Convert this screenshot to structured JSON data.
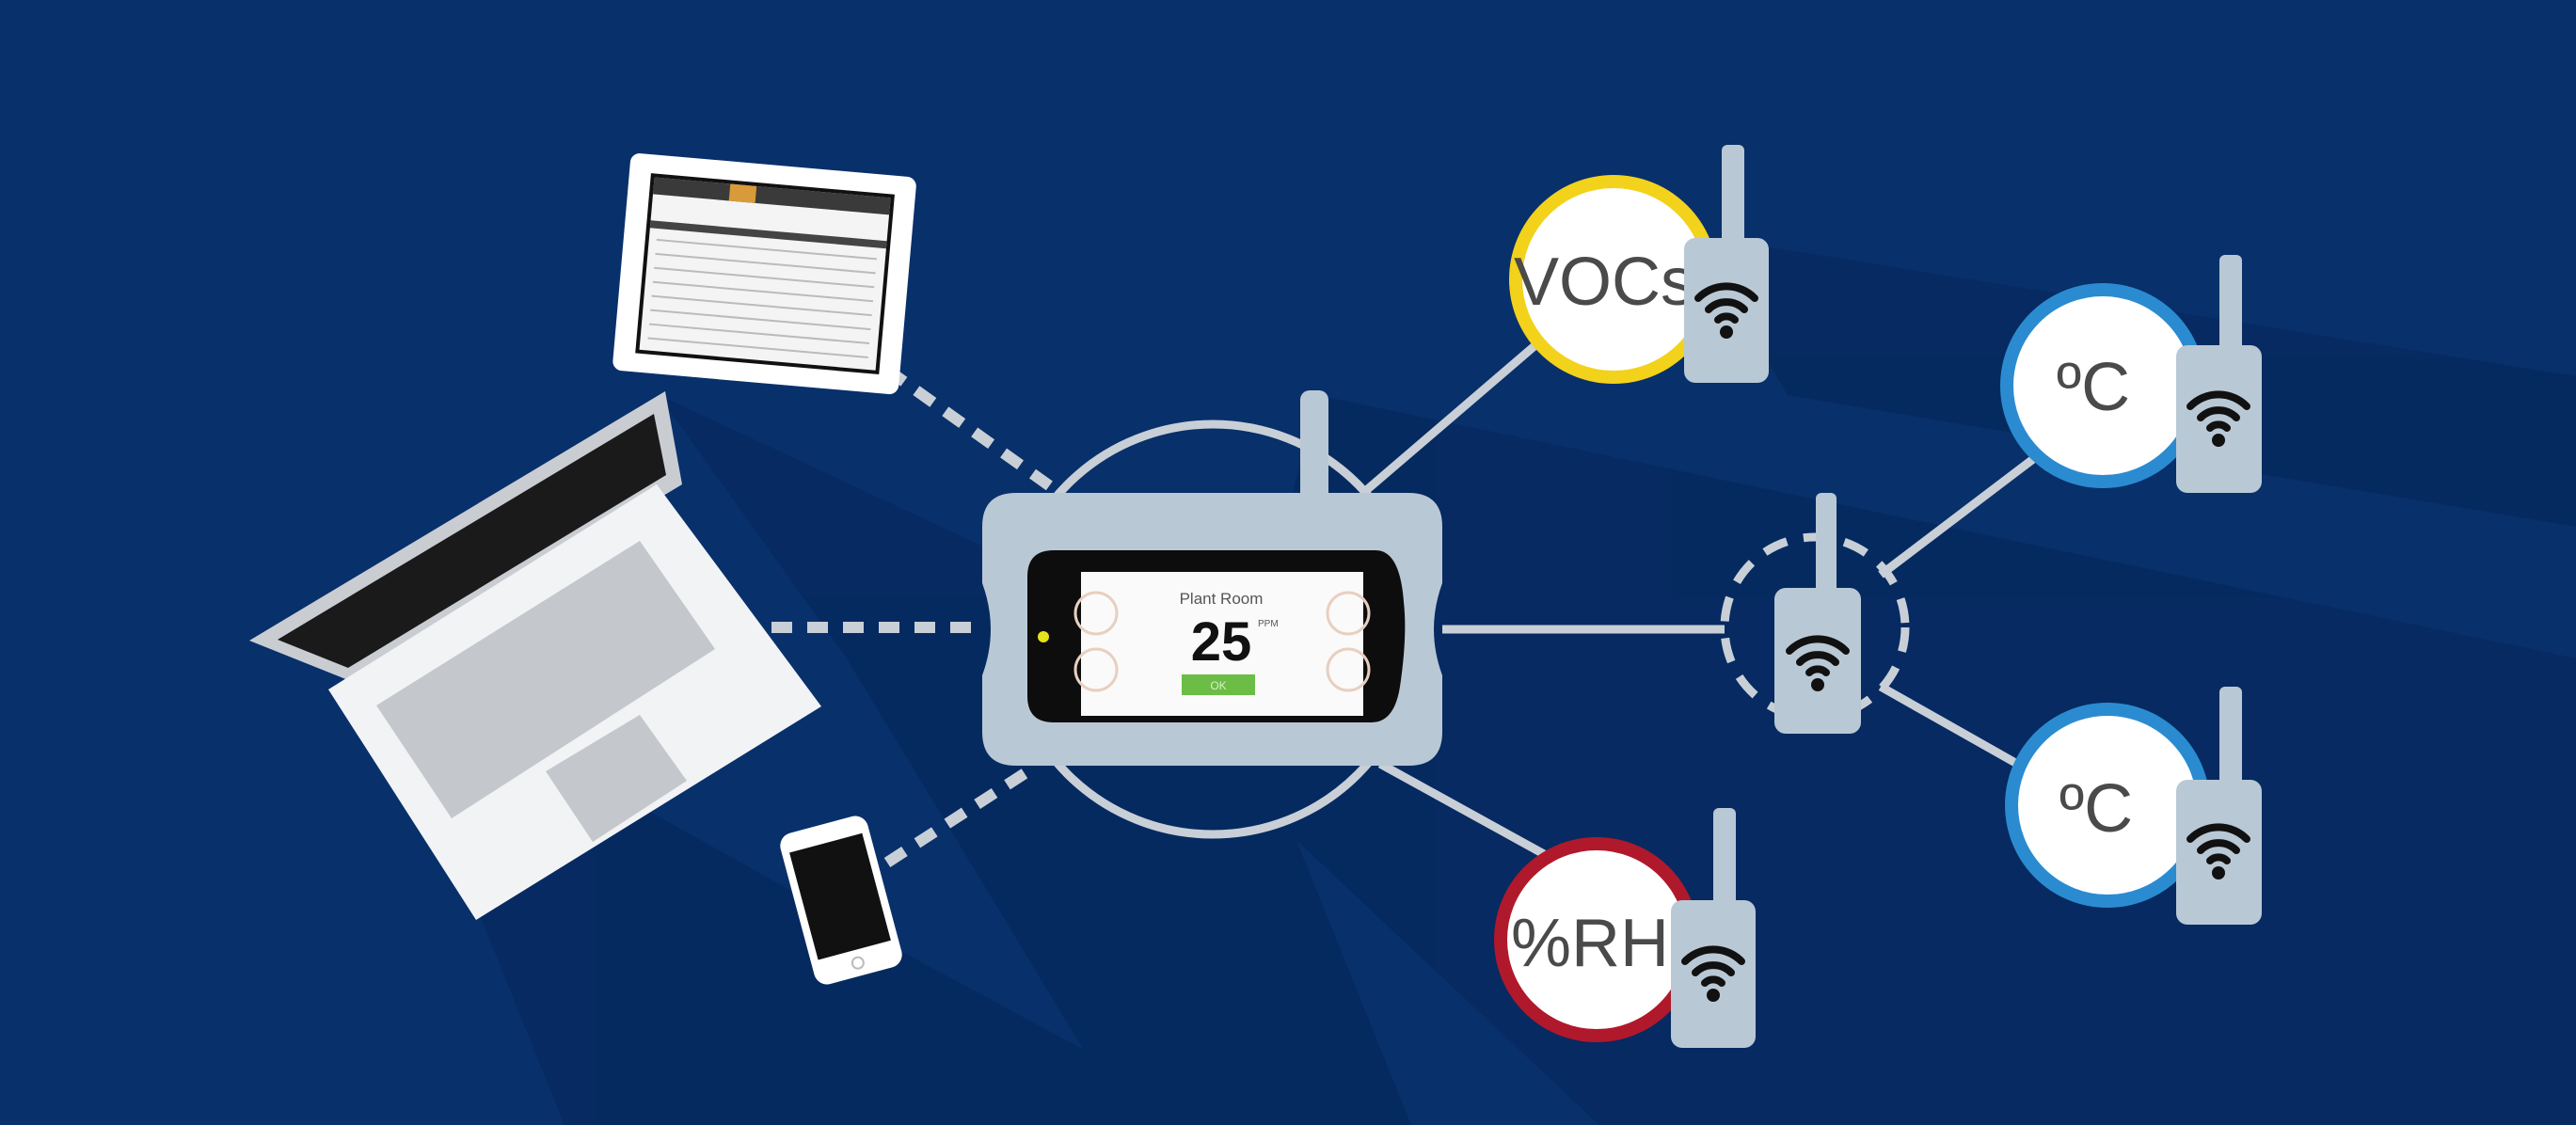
{
  "hub": {
    "screen_title": "Plant Room",
    "reading_value": "25",
    "reading_unit": "PPM",
    "ok_button": "OK"
  },
  "sensors": {
    "vocs": {
      "label": "VOCs",
      "ring_color": "#f2d21b"
    },
    "temp_top": {
      "label": "ºC",
      "ring_color": "#2b8bd1"
    },
    "temp_bottom": {
      "label": "ºC",
      "ring_color": "#2b8bd1"
    },
    "humidity": {
      "label": "%RH",
      "ring_color": "#b0192b"
    }
  },
  "colors": {
    "background": "#08306b",
    "device": "#b9c8d5",
    "link": "#c9cfd6"
  }
}
